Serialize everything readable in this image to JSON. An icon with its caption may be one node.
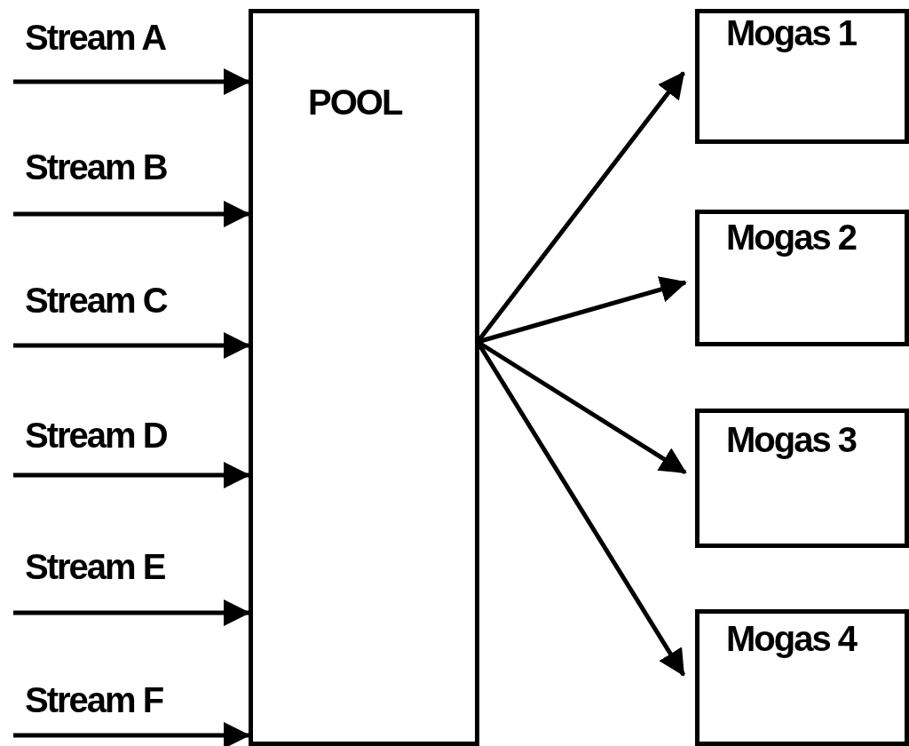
{
  "diagram": {
    "nodes": [
      {
        "text": [
          "POOL"
        ]
      },
      {
        "text": [
          "Mogas 1"
        ]
      },
      {
        "text": [
          "Mogas 2"
        ]
      },
      {
        "text": [
          "Mogas 3"
        ]
      },
      {
        "text": [
          "Mogas 4"
        ]
      }
    ],
    "edges": [
      {
        "from": null,
        "to": 0,
        "arrow": "to",
        "label": "Stream A"
      },
      {
        "from": null,
        "to": 0,
        "arrow": "to",
        "label": "Stream B"
      },
      {
        "from": null,
        "to": 0,
        "arrow": "to",
        "label": "Stream C"
      },
      {
        "from": null,
        "to": 0,
        "arrow": "to",
        "label": "Stream D"
      },
      {
        "from": null,
        "to": 0,
        "arrow": "to",
        "label": "Stream E"
      },
      {
        "from": null,
        "to": 0,
        "arrow": "to",
        "label": "Stream F"
      },
      {
        "from": 0,
        "to": 1,
        "arrow": "to"
      },
      {
        "from": 0,
        "to": 2,
        "arrow": "to"
      },
      {
        "from": 0,
        "to": 3,
        "arrow": "to"
      },
      {
        "from": 0,
        "to": 4,
        "arrow": "to"
      }
    ]
  }
}
